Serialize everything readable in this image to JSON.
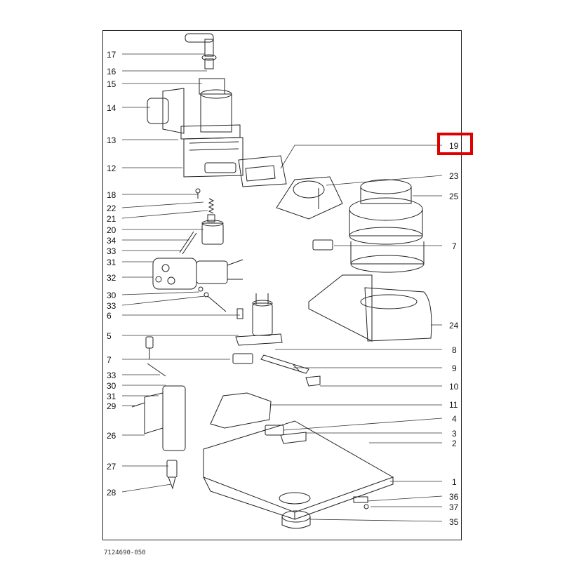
{
  "document_id": "7124690-050",
  "highlight": {
    "label": "19",
    "color": "#e00000"
  },
  "callouts": [
    {
      "id": "17",
      "side": "left"
    },
    {
      "id": "16",
      "side": "left"
    },
    {
      "id": "15",
      "side": "left"
    },
    {
      "id": "14",
      "side": "left"
    },
    {
      "id": "13",
      "side": "left"
    },
    {
      "id": "12",
      "side": "left"
    },
    {
      "id": "18",
      "side": "left"
    },
    {
      "id": "22",
      "side": "left"
    },
    {
      "id": "21",
      "side": "left"
    },
    {
      "id": "20",
      "side": "left"
    },
    {
      "id": "34",
      "side": "left"
    },
    {
      "id": "33",
      "side": "left"
    },
    {
      "id": "31",
      "side": "left"
    },
    {
      "id": "32",
      "side": "left"
    },
    {
      "id": "30",
      "side": "left"
    },
    {
      "id": "33",
      "side": "left"
    },
    {
      "id": "6",
      "side": "left"
    },
    {
      "id": "5",
      "side": "left"
    },
    {
      "id": "7",
      "side": "left"
    },
    {
      "id": "33",
      "side": "left"
    },
    {
      "id": "30",
      "side": "left"
    },
    {
      "id": "31",
      "side": "left"
    },
    {
      "id": "29",
      "side": "left"
    },
    {
      "id": "26",
      "side": "left"
    },
    {
      "id": "27",
      "side": "left"
    },
    {
      "id": "28",
      "side": "left"
    },
    {
      "id": "19",
      "side": "right"
    },
    {
      "id": "23",
      "side": "right"
    },
    {
      "id": "25",
      "side": "right"
    },
    {
      "id": "7",
      "side": "right"
    },
    {
      "id": "24",
      "side": "right"
    },
    {
      "id": "8",
      "side": "right"
    },
    {
      "id": "9",
      "side": "right"
    },
    {
      "id": "10",
      "side": "right"
    },
    {
      "id": "11",
      "side": "right"
    },
    {
      "id": "4",
      "side": "right"
    },
    {
      "id": "3",
      "side": "right"
    },
    {
      "id": "2",
      "side": "right"
    },
    {
      "id": "1",
      "side": "right"
    },
    {
      "id": "36",
      "side": "right"
    },
    {
      "id": "37",
      "side": "right"
    },
    {
      "id": "35",
      "side": "right"
    }
  ]
}
